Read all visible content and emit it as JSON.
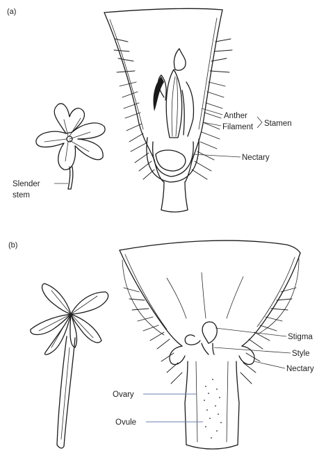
{
  "panels": {
    "a": {
      "tag": "(a)",
      "labels": {
        "anther": "Anther",
        "filament": "Filament",
        "stamen": "Stamen",
        "nectary": "Nectary",
        "slender_stem_line1": "Slender",
        "slender_stem_line2": "stem"
      }
    },
    "b": {
      "tag": "(b)",
      "labels": {
        "stigma": "Stigma",
        "style": "Style",
        "nectary": "Nectary",
        "ovary": "Ovary",
        "ovule": "Ovule"
      }
    }
  },
  "colors": {
    "ink": "#1a1a1a",
    "leader_blue": "#6b7fb3",
    "background": "#ffffff"
  }
}
